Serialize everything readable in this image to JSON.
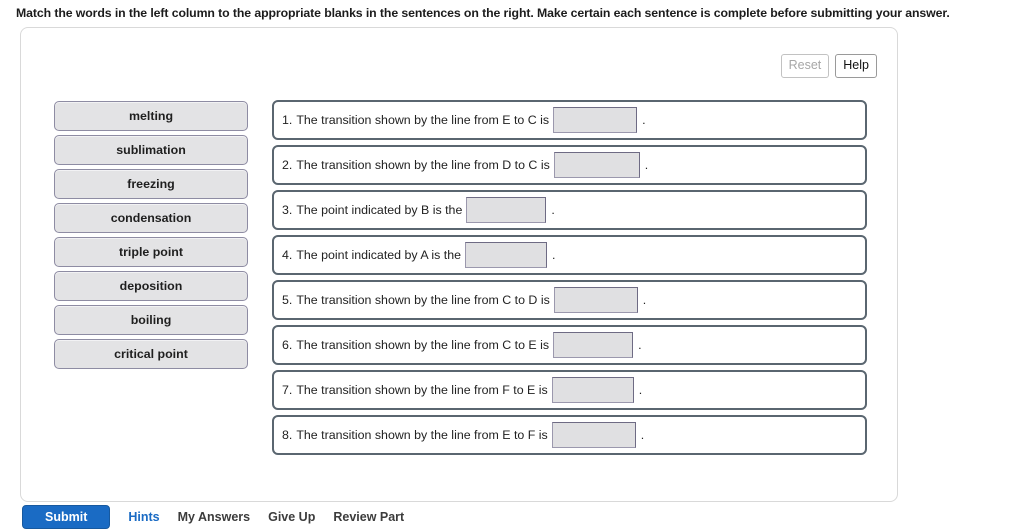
{
  "instruction": "Match the words in the left column to the appropriate blanks in the sentences on the right. Make certain each sentence is complete before submitting your answer.",
  "toolbar": {
    "reset_label": "Reset",
    "help_label": "Help"
  },
  "words": [
    {
      "label": "melting"
    },
    {
      "label": "sublimation"
    },
    {
      "label": "freezing"
    },
    {
      "label": "condensation"
    },
    {
      "label": "triple point"
    },
    {
      "label": "deposition"
    },
    {
      "label": "boiling"
    },
    {
      "label": "critical point"
    }
  ],
  "sentences": [
    {
      "number": "1.",
      "text": "The transition shown by the line from E to C is",
      "blank_value": "",
      "blank_width": 84,
      "trailing": "."
    },
    {
      "number": "2.",
      "text": "The transition shown by the line from D to C is",
      "blank_value": "",
      "blank_width": 86,
      "trailing": "."
    },
    {
      "number": "3.",
      "text": "The point indicated by B is the",
      "blank_value": "",
      "blank_width": 80,
      "trailing": "."
    },
    {
      "number": "4.",
      "text": "The point indicated by A is the",
      "blank_value": "",
      "blank_width": 82,
      "trailing": "."
    },
    {
      "number": "5.",
      "text": "The transition shown by the line from C to D is",
      "blank_value": "",
      "blank_width": 84,
      "trailing": "."
    },
    {
      "number": "6.",
      "text": "The transition shown by the line from C to E is",
      "blank_value": "",
      "blank_width": 80,
      "trailing": "."
    },
    {
      "number": "7.",
      "text": "The transition shown by the line from F to E is",
      "blank_value": "",
      "blank_width": 82,
      "trailing": "."
    },
    {
      "number": "8.",
      "text": "The transition shown by the line from E to F is",
      "blank_value": "",
      "blank_width": 84,
      "trailing": "."
    }
  ],
  "actions": {
    "submit_label": "Submit",
    "links": [
      {
        "label": "Hints"
      },
      {
        "label": "My Answers"
      },
      {
        "label": "Give Up"
      },
      {
        "label": "Review Part"
      }
    ]
  },
  "colors": {
    "panel_border": "#d9d9d9",
    "tile_fill": "#e3e3e5",
    "tile_border": "#8e8ca3",
    "row_border": "#5a6670",
    "blank_fill": "#e0e0e2",
    "submit_blue": "#1a6bc4"
  }
}
